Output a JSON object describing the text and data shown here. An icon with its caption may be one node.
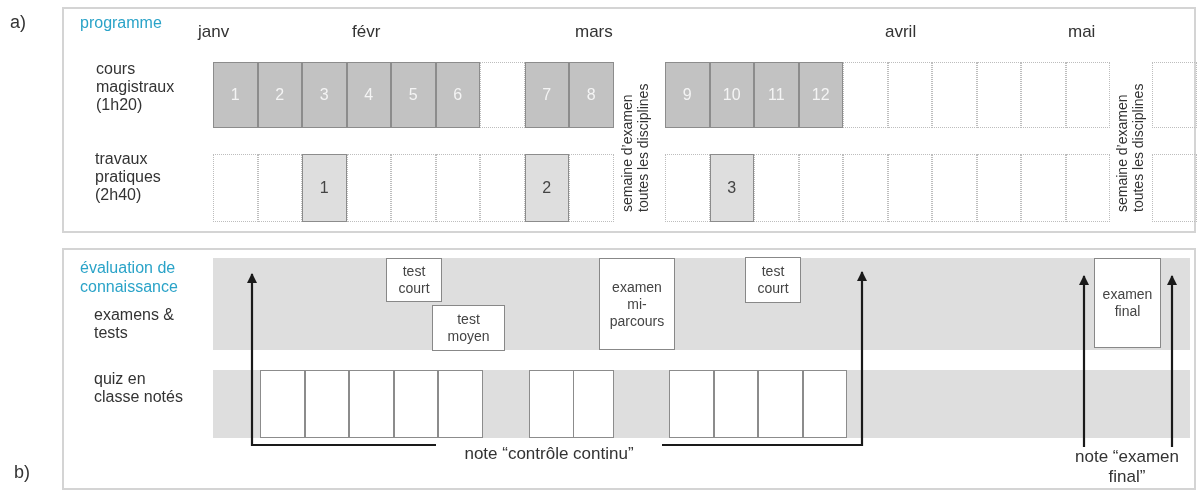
{
  "diagram": {
    "nodes": [
      {
        "text": [
          "programme"
        ]
      },
      {
        "text": [
          "1"
        ],
        "in": 0
      },
      {
        "text": [
          "2"
        ],
        "in": 0
      },
      {
        "text": [
          "3"
        ],
        "in": 0
      },
      {
        "text": [
          "4"
        ],
        "in": 0
      },
      {
        "text": [
          "5"
        ],
        "in": 0
      },
      {
        "text": [
          "6"
        ],
        "in": 0
      },
      {
        "text": [],
        "shape": "box",
        "in": 0
      },
      {
        "text": [
          "7"
        ],
        "in": 0
      },
      {
        "text": [
          "8"
        ],
        "in": 0
      },
      {
        "text": [
          "9"
        ],
        "in": 0
      },
      {
        "text": [
          "10"
        ],
        "in": 0
      },
      {
        "text": [
          "11"
        ],
        "in": 0
      },
      {
        "text": [
          "12"
        ],
        "in": 0
      },
      {
        "text": [],
        "shape": "box",
        "in": 0
      },
      {
        "text": [],
        "shape": "box",
        "in": 0
      },
      {
        "text": [],
        "shape": "box",
        "in": 0
      },
      {
        "text": [],
        "shape": "box",
        "in": 0
      },
      {
        "text": [],
        "shape": "box",
        "in": 0
      },
      {
        "text": [],
        "shape": "box",
        "in": 0
      },
      {
        "text": [],
        "shape": "box",
        "in": 0
      },
      {
        "text": [],
        "shape": "box",
        "in": 0
      },
      {
        "text": [],
        "shape": "box",
        "in": 0
      },
      {
        "text": [
          "1"
        ],
        "in": 0
      },
      {
        "text": [],
        "shape": "box",
        "in": 0
      },
      {
        "text": [],
        "shape": "box",
        "in": 0
      },
      {
        "text": [],
        "shape": "box",
        "in": 0
      },
      {
        "text": [],
        "shape": "box",
        "in": 0
      },
      {
        "text": [
          "2"
        ],
        "in": 0
      },
      {
        "text": [],
        "shape": "box",
        "in": 0
      },
      {
        "text": [],
        "shape": "box",
        "in": 0
      },
      {
        "text": [
          "3"
        ],
        "in": 0
      },
      {
        "text": [],
        "shape": "box",
        "in": 0
      },
      {
        "text": [],
        "shape": "box",
        "in": 0
      },
      {
        "text": [],
        "shape": "box",
        "in": 0
      },
      {
        "text": [],
        "shape": "box",
        "in": 0
      },
      {
        "text": [],
        "shape": "box",
        "in": 0
      },
      {
        "text": [],
        "shape": "box",
        "in": 0
      },
      {
        "text": [],
        "shape": "box",
        "in": 0
      },
      {
        "text": [],
        "shape": "box",
        "in": 0
      },
      {
        "text": [],
        "shape": "box",
        "in": 0
      },
      {
        "text": [
          "évaluation de connaissance"
        ]
      },
      {
        "text": [
          "test court"
        ],
        "in": 41
      },
      {
        "text": [
          "test moyen"
        ],
        "in": 41
      },
      {
        "text": [
          "examen mi-parcours"
        ],
        "in": 41
      },
      {
        "text": [
          "test court"
        ],
        "in": 41
      },
      {
        "text": [
          "examen final"
        ],
        "in": 41
      },
      {
        "text": [],
        "shape": "box",
        "in": 41
      },
      {
        "text": [],
        "shape": "box",
        "in": 41
      },
      {
        "text": [],
        "shape": "box",
        "in": 41
      },
      {
        "text": [],
        "shape": "box",
        "in": 41
      },
      {
        "text": [],
        "shape": "box",
        "in": 41
      },
      {
        "text": [],
        "shape": "box",
        "in": 41
      },
      {
        "text": [],
        "shape": "box",
        "in": 41
      },
      {
        "text": [],
        "shape": "box",
        "in": 41
      },
      {
        "text": [],
        "shape": "box",
        "in": 41
      },
      {
        "text": [],
        "shape": "box",
        "in": 41
      },
      {
        "text": [],
        "shape": "box",
        "in": 41
      },
      {
        "text": [
          "note “contrôle continu”"
        ],
        "in": 41
      },
      {
        "text": [
          "note “examen final”"
        ],
        "in": 41
      }
    ],
    "edges": [
      {
        "from": 58,
        "to": null,
        "arrow": "to"
      },
      {
        "from": 58,
        "to": null,
        "arrow": "to"
      },
      {
        "from": 59,
        "to": 46,
        "arrow": "to"
      },
      {
        "from": 59,
        "to": 46,
        "arrow": "to"
      }
    ],
    "labels": [
      "a)",
      "janv",
      "févr",
      "mars",
      "avril",
      "mai",
      "cours magistraux (1h20)",
      "travaux pratiques (2h40)",
      "semaine d’examen toutes les disciplines",
      "semaine d’examen toutes les disciplines",
      "examens & tests",
      "quiz en classe notés",
      "b)"
    ]
  }
}
